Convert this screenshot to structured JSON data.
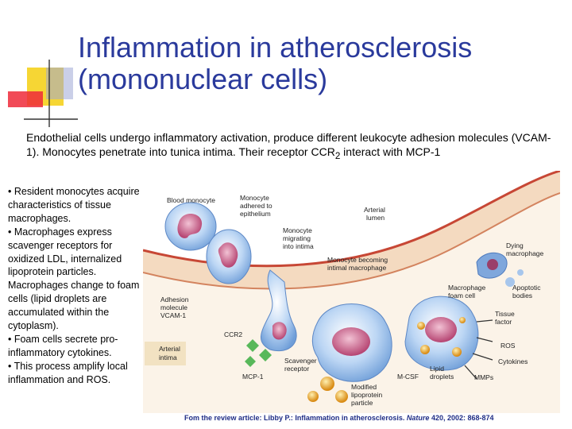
{
  "slide": {
    "title_line1": "Inflammation in atherosclerosis",
    "title_line2": "(mononuclear cells)",
    "intro_prefix": "Endothelial cells undergo inflammatory activation, produce different leukocyte adhesion molecules (VCAM-1). Monocytes penetrate into tunica intima. Their receptor CCR",
    "intro_sub": "2",
    "intro_suffix": " interact with MCP-1",
    "bullets": [
      "• Resident monocytes acquire characteristics of tissue macrophages.",
      "• Macrophages express scavenger receptors for oxidized LDL, internalized lipoprotein particles. Macrophages change to foam cells (lipid droplets are accumulated within the cytoplasm).",
      "• Foam cells secrete pro-inflammatory cytokines.",
      "• This process amplify local inflammation and ROS."
    ],
    "citation_prefix": "Fom the review article: Libby P.: Inflammation in atherosclerosis. ",
    "citation_journal": "Nature",
    "citation_suffix": " 420, 2002: 868-874"
  },
  "figure": {
    "labels": {
      "blood_monocyte": "Blood monocyte",
      "adhered_1": "Monocyte",
      "adhered_2": "adhered to",
      "adhered_3": "epithelium",
      "migrating_1": "Monocyte",
      "migrating_2": "migrating",
      "migrating_3": "into intima",
      "lumen_1": "Arterial",
      "lumen_2": "lumen",
      "becoming_1": "Monocyte becoming",
      "becoming_2": "intimal macrophage",
      "dying_1": "Dying",
      "dying_2": "macrophage",
      "foam_1": "Macrophage",
      "foam_2": "foam cell",
      "apoptotic_1": "Apoptotic",
      "apoptotic_2": "bodies",
      "adhesion_1": "Adhesion",
      "adhesion_2": "molecule",
      "adhesion_3": "VCAM-1",
      "tissue_1": "Tissue",
      "tissue_2": "factor",
      "ccr2": "CCR2",
      "ros": "ROS",
      "intima_1": "Arterial",
      "intima_2": "intima",
      "scav_1": "Scavenger",
      "scav_2": "receptor",
      "cytokines": "Cytokines",
      "mcp1": "MCP-1",
      "mcsf": "M-CSF",
      "lipid_1": "Lipid",
      "lipid_2": "droplets",
      "mmps": "MMPs",
      "modified_1": "Modified",
      "modified_2": "lipoprotein",
      "modified_3": "particle"
    }
  },
  "colors": {
    "title": "#2a3a9c",
    "citation": "#1f2d86",
    "deco_yellow": "#f6d634",
    "deco_red": "#ef2a3a",
    "wall_cream": "#f4dac0",
    "wall_red": "#c74735",
    "cell_blue": "#9fc4ee",
    "nucleus": "#c3547a"
  }
}
